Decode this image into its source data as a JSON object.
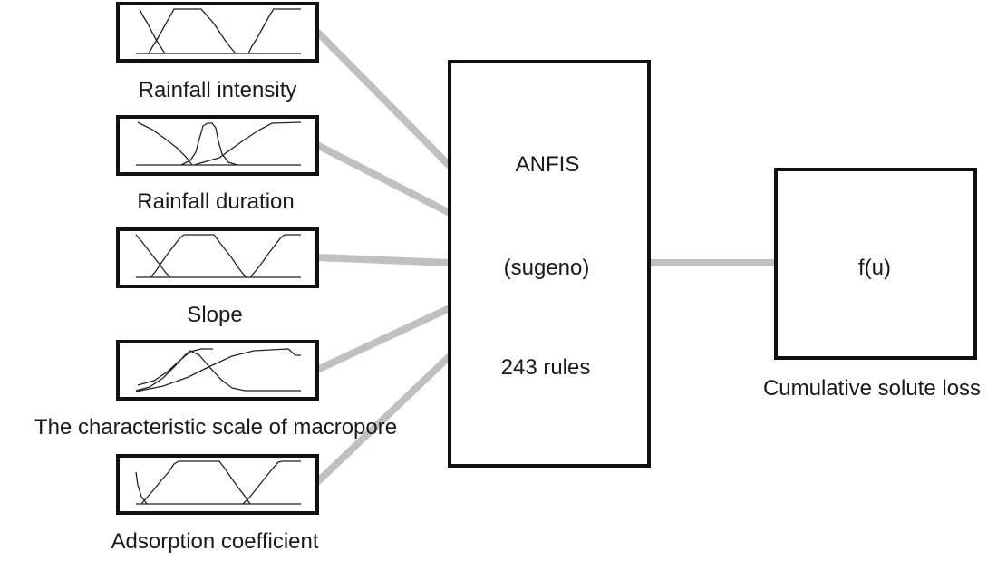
{
  "inputs": [
    {
      "label": "Rainfall intensity"
    },
    {
      "label": "Rainfall duration"
    },
    {
      "label": "Slope"
    },
    {
      "label": "The characteristic scale of macropore"
    },
    {
      "label": "Adsorption coefficient"
    }
  ],
  "system": {
    "name": "ANFIS",
    "type": "(sugeno)",
    "rules": "243 rules"
  },
  "output": {
    "function": "f(u)",
    "label": "Cumulative solute loss"
  },
  "colors": {
    "box_border": "#111111",
    "connector": "#c0c0c0",
    "mf_line": "#222222"
  }
}
